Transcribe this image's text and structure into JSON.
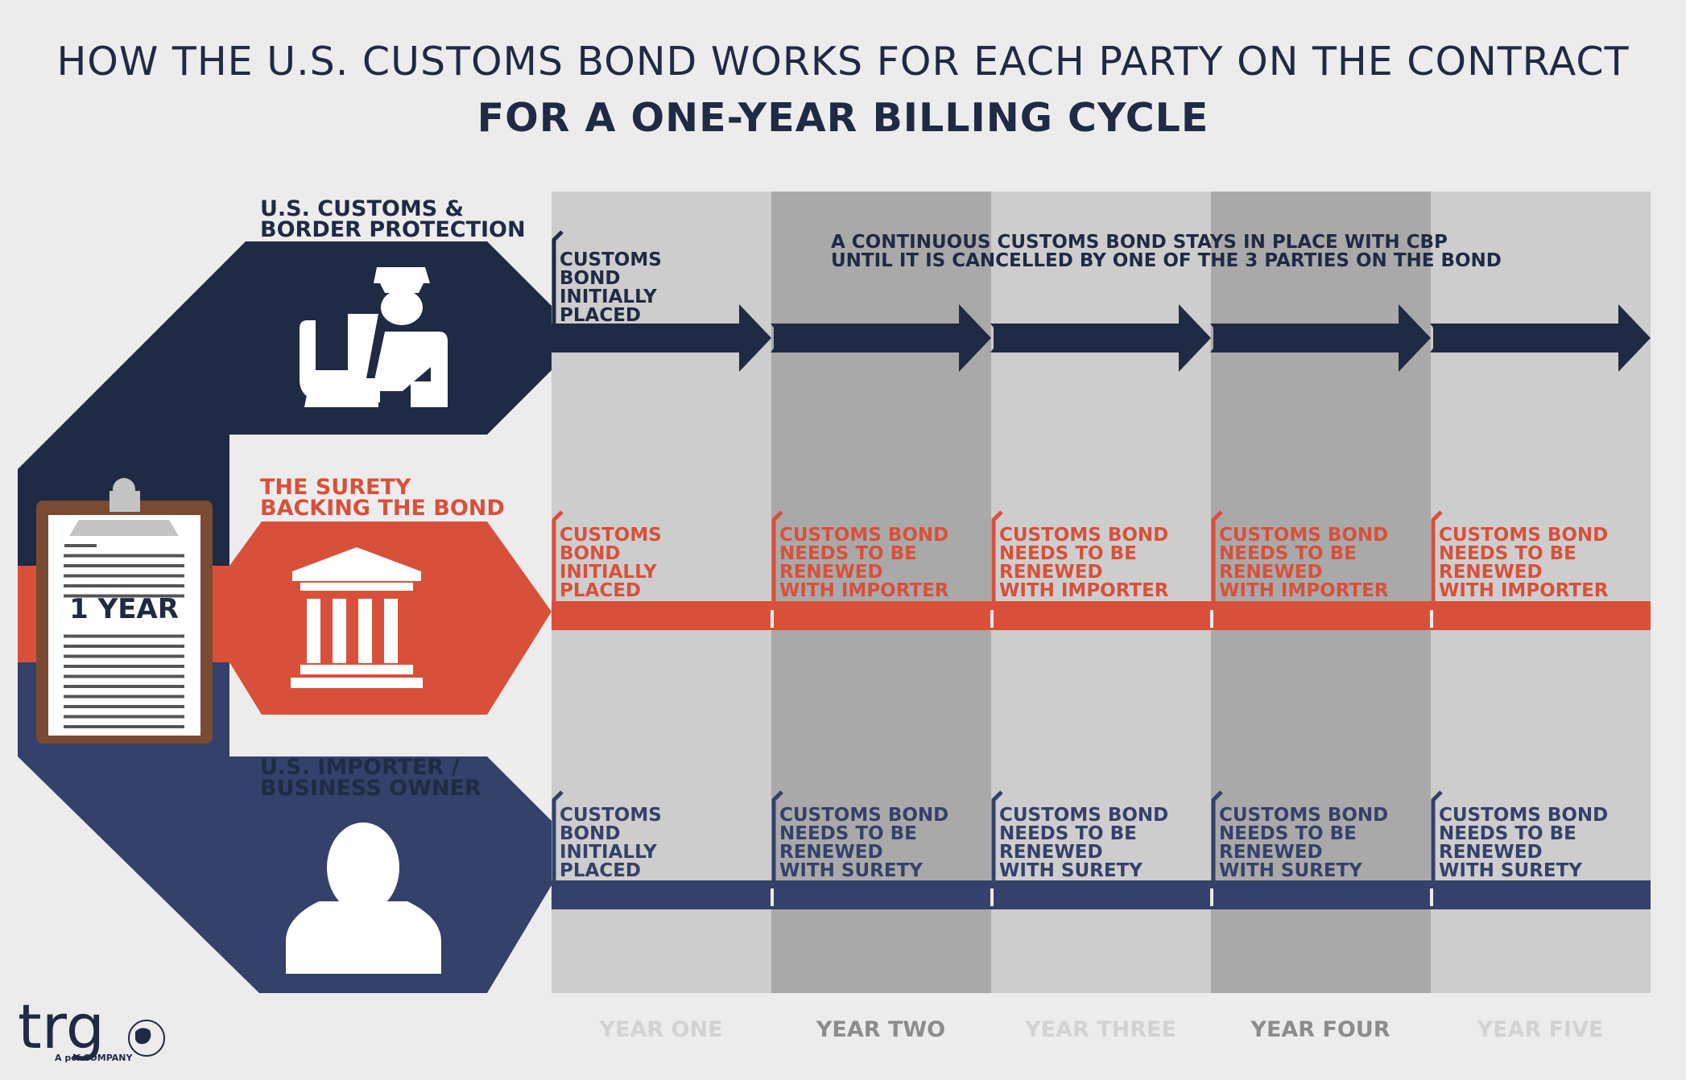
{
  "title": {
    "line1": "HOW THE U.S. CUSTOMS BOND WORKS FOR  EACH PARTY ON THE CONTRACT",
    "line2": "FOR A ONE-YEAR BILLING CYCLE"
  },
  "parties": {
    "cbp": {
      "label_line1": "U.S. CUSTOMS &",
      "label_line2": "BORDER PROTECTION",
      "icon": "customs-officer-icon"
    },
    "surety": {
      "label_line1": "THE SURETY",
      "label_line2": "BACKING THE BOND",
      "icon": "bank-building-icon"
    },
    "importer": {
      "label_line1": "U.S. IMPORTER /",
      "label_line2": "BUSINESS OWNER",
      "icon": "person-icon"
    }
  },
  "clipboard": {
    "label": "1 YEAR",
    "icon": "clipboard-icon"
  },
  "note": {
    "line1": "A CONTINUOUS CUSTOMS BOND STAYS IN PLACE WITH CBP",
    "line2": "UNTIL IT IS CANCELLED BY ONE OF THE 3 PARTIES ON THE BOND"
  },
  "cbp_year_one": [
    "CUSTOMS",
    "BOND",
    "INITIALLY",
    "PLACED"
  ],
  "surety_notes": [
    [
      "CUSTOMS",
      "BOND",
      "INITIALLY",
      "PLACED"
    ],
    [
      "CUSTOMS BOND",
      "NEEDS TO BE",
      "RENEWED",
      "WITH IMPORTER"
    ],
    [
      "CUSTOMS BOND",
      "NEEDS TO BE",
      "RENEWED",
      "WITH IMPORTER"
    ],
    [
      "CUSTOMS BOND",
      "NEEDS TO BE",
      "RENEWED",
      "WITH IMPORTER"
    ],
    [
      "CUSTOMS BOND",
      "NEEDS TO BE",
      "RENEWED",
      "WITH IMPORTER"
    ]
  ],
  "importer_notes": [
    [
      "CUSTOMS",
      "BOND",
      "INITIALLY",
      "PLACED"
    ],
    [
      "CUSTOMS BOND",
      "NEEDS TO BE",
      "RENEWED",
      "WITH SURETY"
    ],
    [
      "CUSTOMS BOND",
      "NEEDS TO BE",
      "RENEWED",
      "WITH SURETY"
    ],
    [
      "CUSTOMS BOND",
      "NEEDS TO BE",
      "RENEWED",
      "WITH SURETY"
    ],
    [
      "CUSTOMS BOND",
      "NEEDS TO BE",
      "RENEWED",
      "WITH SURETY"
    ]
  ],
  "years": [
    "YEAR ONE",
    "YEAR TWO",
    "YEAR THREE",
    "YEAR FOUR",
    "YEAR FIVE"
  ],
  "logo": {
    "wordmark": "trg",
    "tagline": "A pcf COMPANY"
  },
  "colors": {
    "navy": "#1f2a44",
    "importer_navy": "#34416a",
    "surety_red": "#d9503a",
    "col_light": "#cdcdcd",
    "col_dark": "#a9a9a9",
    "year_light_text": "#d2d2d2",
    "year_dark_text": "#8c8c8c"
  }
}
